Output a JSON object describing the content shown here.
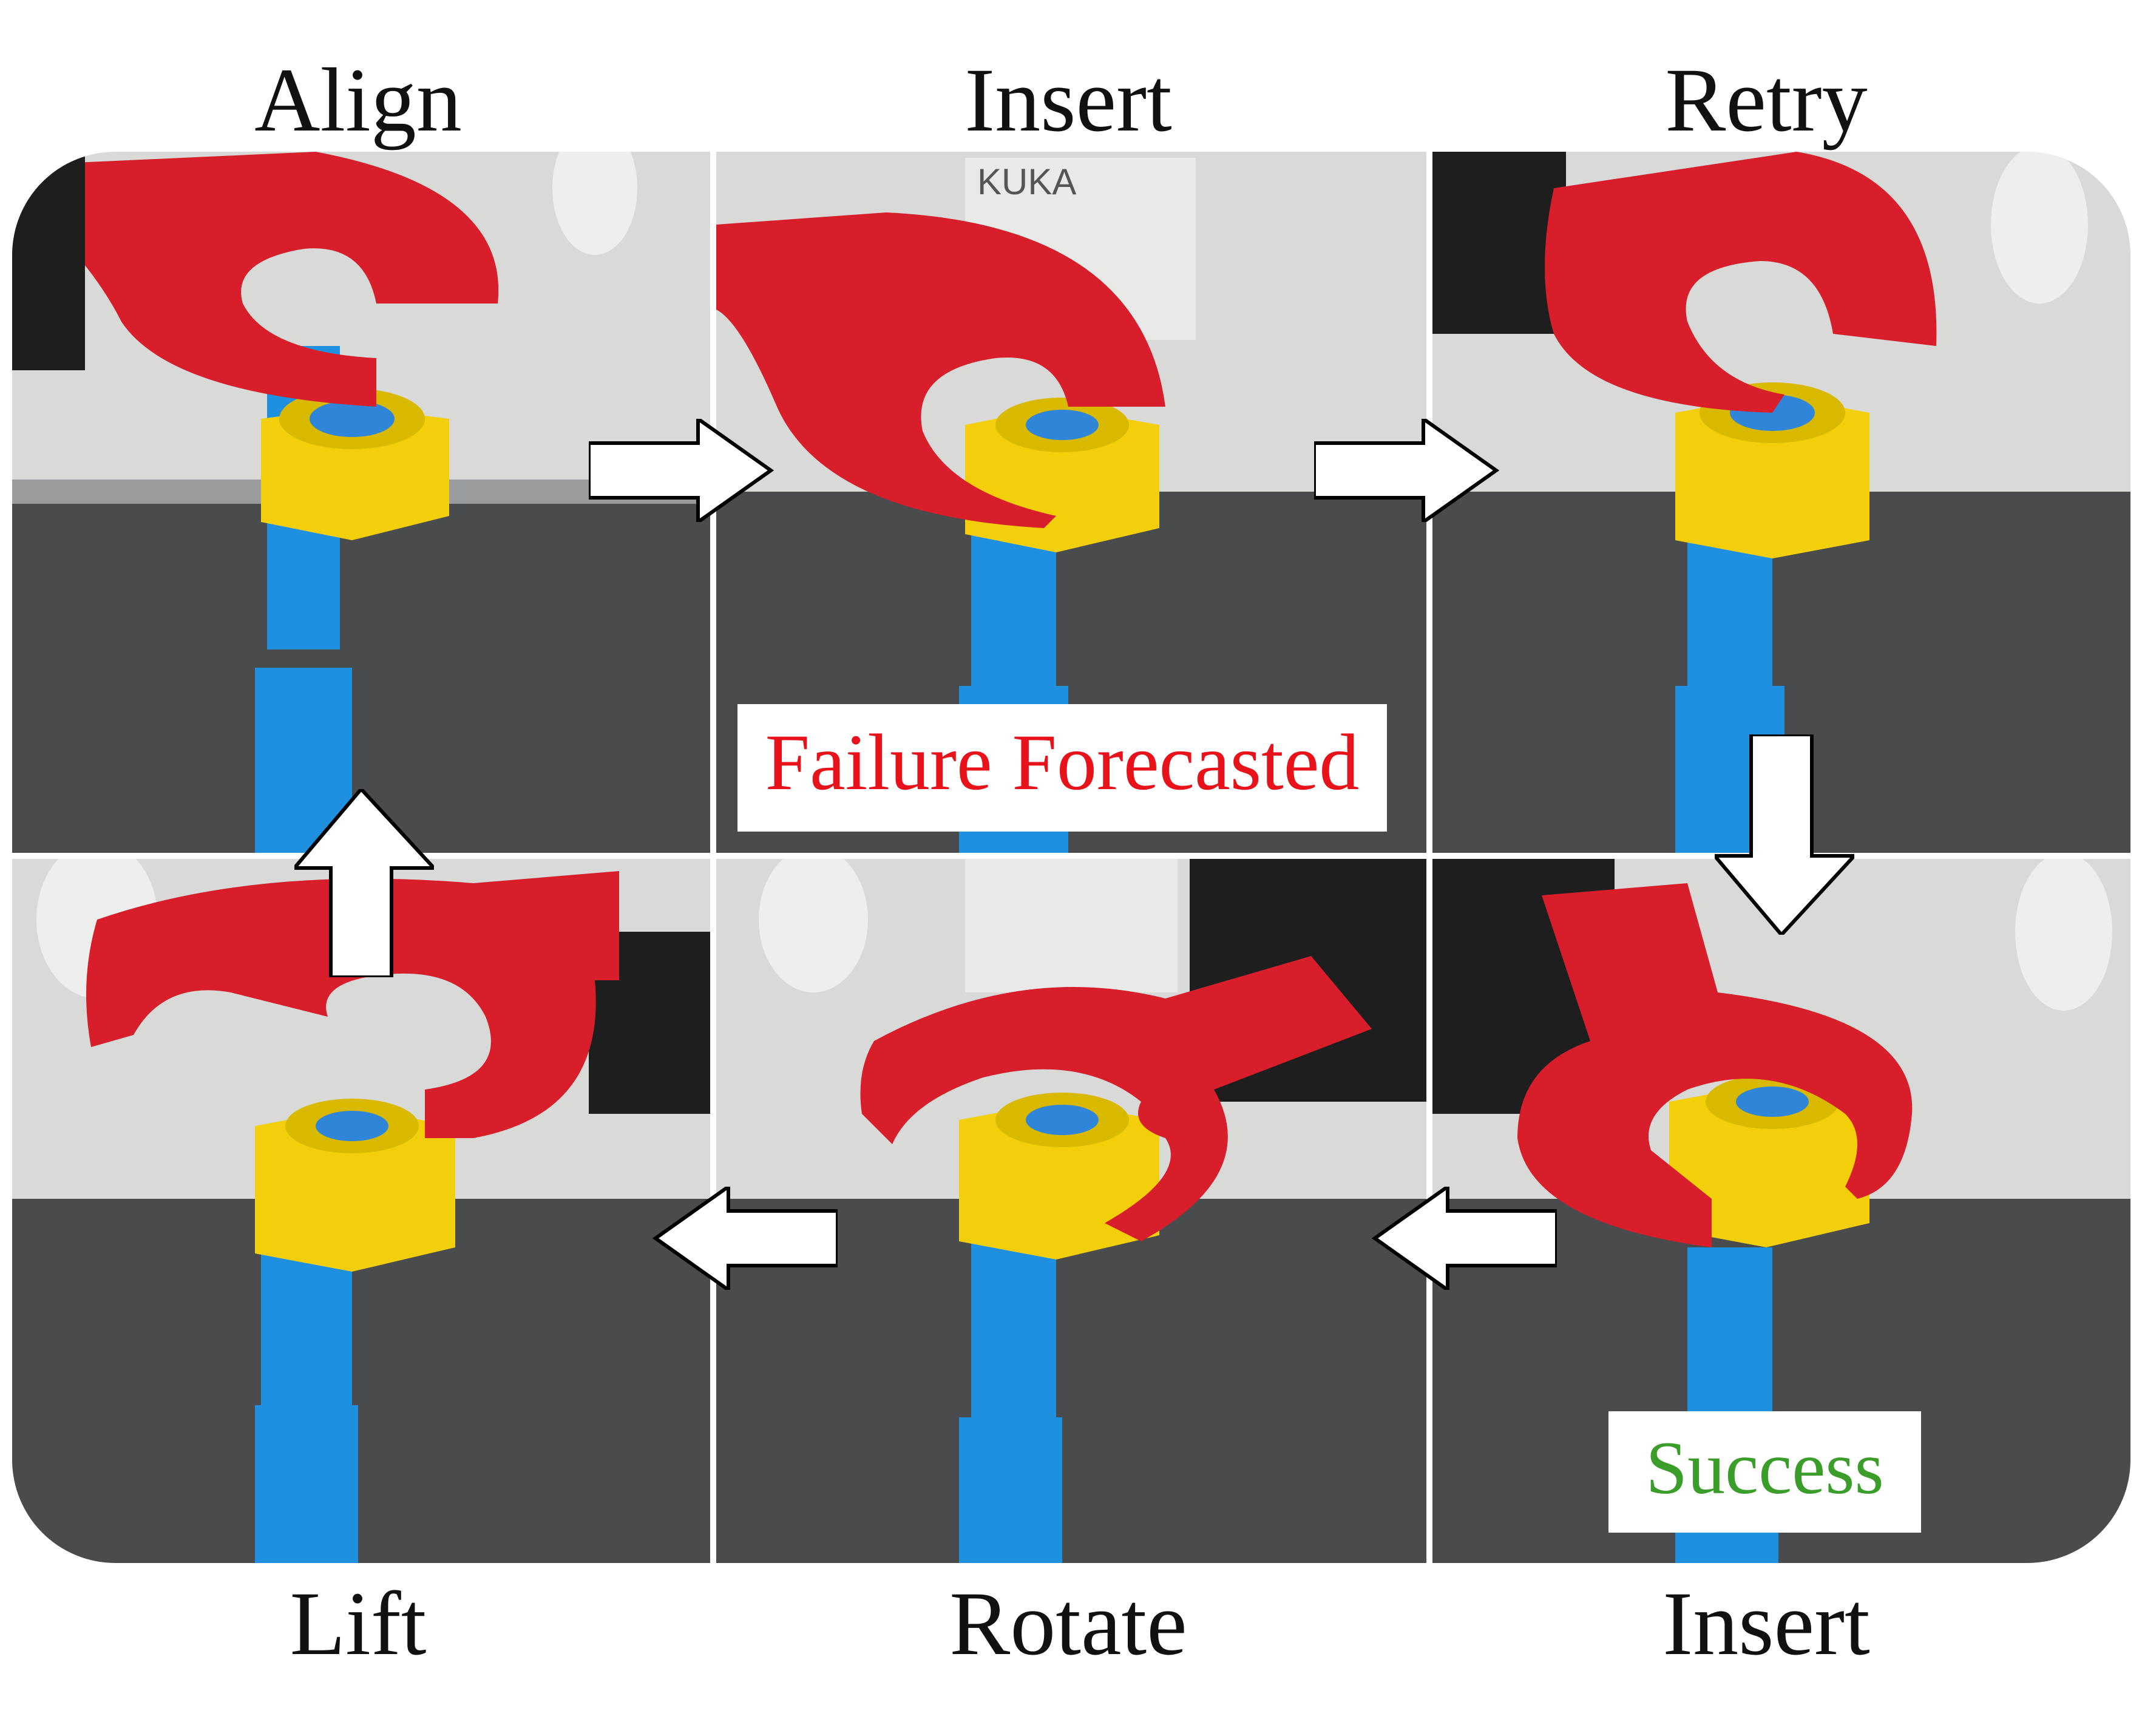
{
  "steps": [
    {
      "label": "Align"
    },
    {
      "label": "Insert"
    },
    {
      "label": "Retry"
    },
    {
      "label": "Lift"
    },
    {
      "label": "Rotate"
    },
    {
      "label": "Insert"
    }
  ],
  "annotations": {
    "failure": "Failure Forecasted",
    "success": "Success"
  },
  "logo_text": "KUKA",
  "colors": {
    "wrench": "#d81e2a",
    "nut": "#f2cf0a",
    "bolt": "#1f8fe0",
    "failure_text": "#e8121a",
    "success_text": "#3c9e2a"
  }
}
